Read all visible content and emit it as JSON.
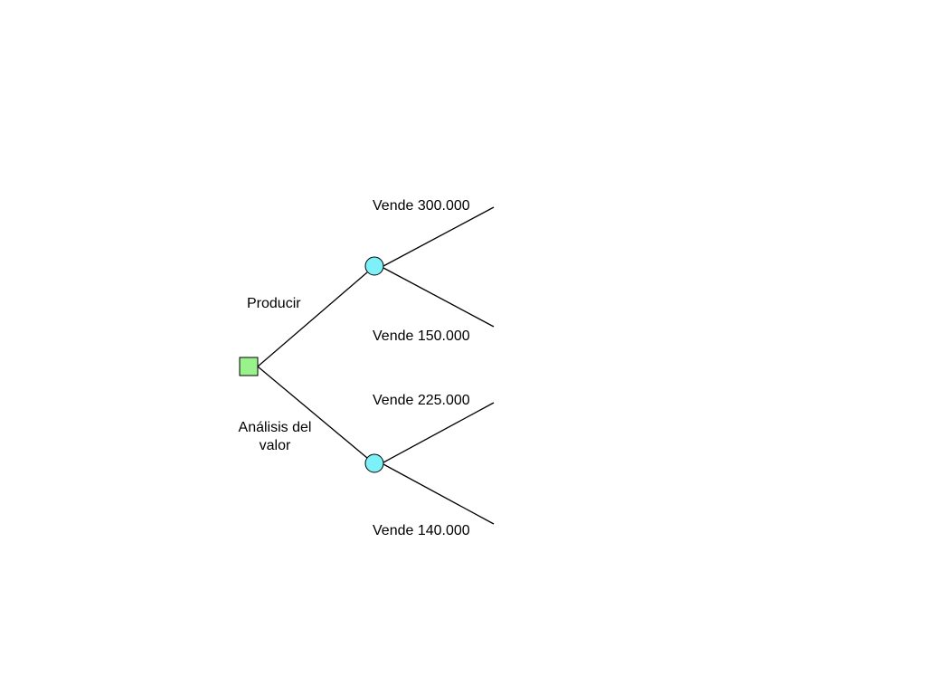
{
  "diagram": {
    "type": "decision-tree",
    "colors": {
      "decision_node": "#99f28c",
      "chance_node": "#7ef0f7",
      "line": "#000000"
    },
    "decision": {
      "branches": [
        {
          "label_line1": "Producir",
          "outcomes": [
            "Vende 300.000",
            "Vende 150.000"
          ]
        },
        {
          "label_line1": "Análisis del",
          "label_line2": "valor",
          "outcomes": [
            "Vende 225.000",
            "Vende 140.000"
          ]
        }
      ]
    }
  }
}
